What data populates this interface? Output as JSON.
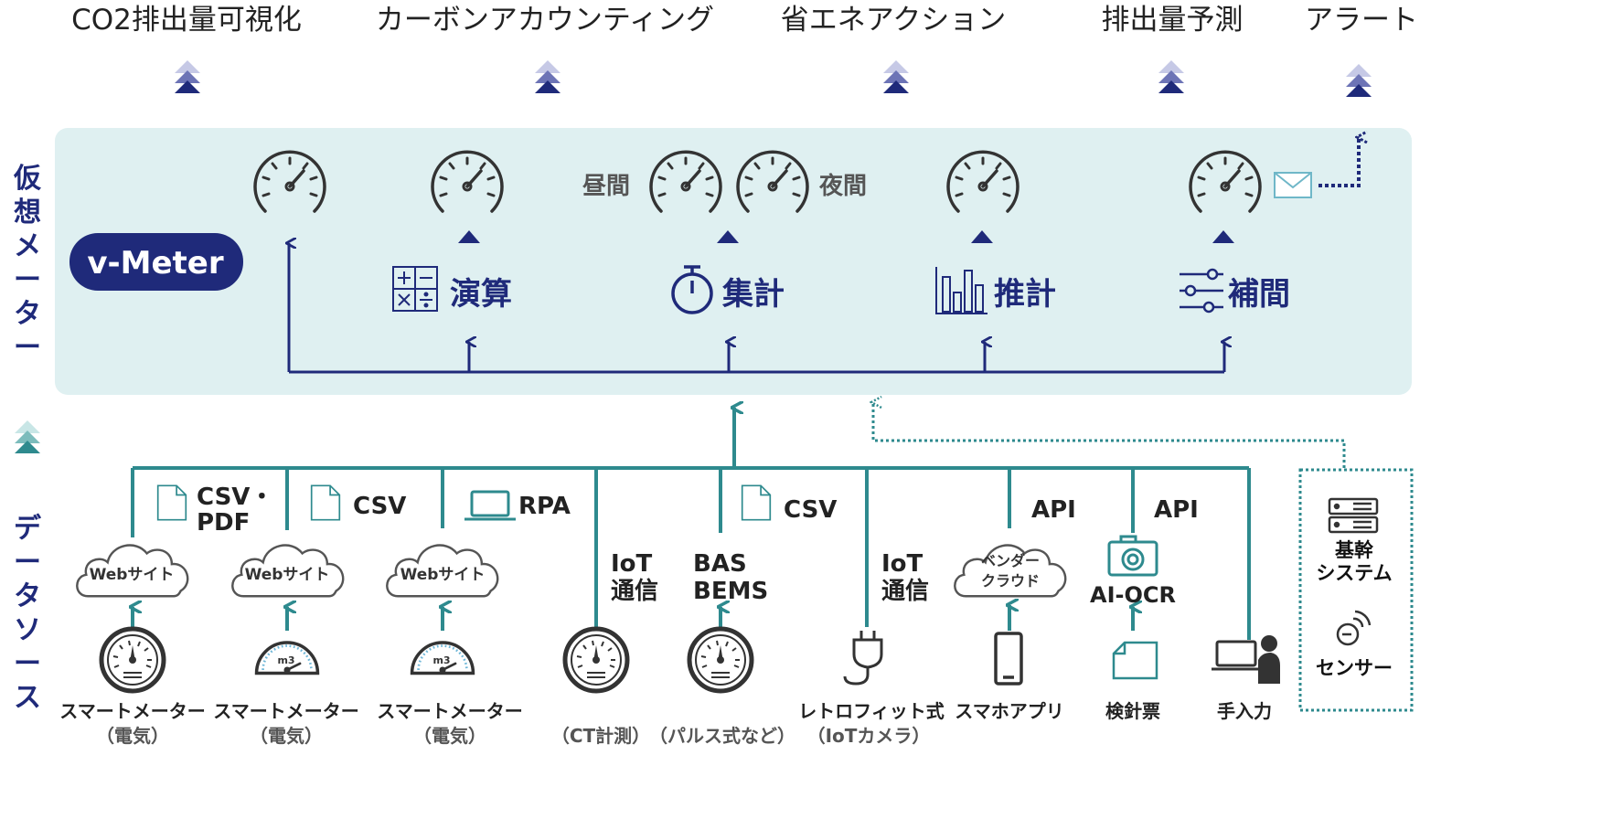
{
  "colors": {
    "navy": "#1f2a7a",
    "teal": "#2e8a8e",
    "panel": "#dff0f1",
    "grey": "#555555",
    "light_navy": "#b9bde0",
    "light_teal": "#b6dede"
  },
  "outputs": [
    "CO2排出量可視化",
    "カーボンアカウンティング",
    "省エネアクション",
    "排出量予測",
    "アラート"
  ],
  "virtual_meter": {
    "side_label": [
      "仮",
      "想",
      "メ",
      "ー",
      "タ",
      "ー"
    ],
    "badge": "v-Meter",
    "day_label": "昼間",
    "night_label": "夜間",
    "functions": {
      "calc": "演算",
      "aggregate": "集計",
      "estimate": "推計",
      "interpolate": "補間"
    }
  },
  "data_source": {
    "side_label": [
      "デ",
      "ー",
      "タ",
      "ソ",
      "ー",
      "ス"
    ],
    "channels": {
      "csv_pdf": [
        "CSV・",
        "PDF"
      ],
      "csv1": "CSV",
      "rpa": "RPA",
      "iot1": [
        "IoT",
        "通信"
      ],
      "bas": [
        "BAS",
        "BEMS"
      ],
      "csv2": "CSV",
      "iot2": [
        "IoT",
        "通信"
      ],
      "api1": "API",
      "api2": "API",
      "ai_ocr": "AI-OCR"
    },
    "cloud_website": "Webサイト",
    "cloud_vendor": [
      "ベンダー",
      "クラウド"
    ],
    "m3_label": "m3",
    "sources": {
      "s1": [
        "スマートメーター",
        "（電気）"
      ],
      "s2": [
        "スマートメーター",
        "（電気）"
      ],
      "s3": [
        "スマートメーター",
        "（電気）"
      ],
      "s4": [
        "",
        "（CT計測）"
      ],
      "s5": [
        "",
        "（パルス式など）"
      ],
      "s6": [
        "レトロフィット式",
        "（IoTカメラ）"
      ],
      "s7": [
        "スマホアプリ",
        ""
      ],
      "s8": [
        "検針票",
        ""
      ],
      "s9": [
        "手入力",
        ""
      ]
    },
    "external": {
      "core_system": [
        "基幹",
        "システム"
      ],
      "sensor": "センサー"
    }
  }
}
